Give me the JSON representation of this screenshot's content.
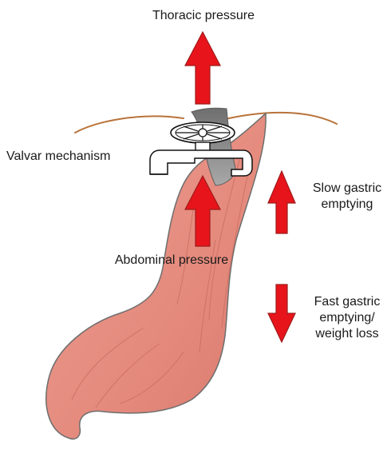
{
  "labels": {
    "thoracic_pressure": "Thoracic pressure",
    "valvar_mechanism": "Valvar mechanism",
    "abdominal_pressure": "Abdominal pressure",
    "slow_emptying_line1": "Slow gastric",
    "slow_emptying_line2": "emptying",
    "fast_emptying_line1": "Fast gastric",
    "fast_emptying_line2": "emptying/",
    "fast_emptying_line3": "weight loss"
  },
  "colors": {
    "arrow_red": "#e8141b",
    "arrow_outline": "#9e1b1b",
    "stomach_fill": "#e99487",
    "stomach_shade": "#c96d61",
    "stomach_outline": "#6e6e6e",
    "esophagus_gray": "#7d7d7d",
    "diaphragm_line": "#b8733a"
  },
  "icons": {
    "valve": "valve-tap-icon",
    "arrow_up": "arrow-up-icon",
    "arrow_down": "arrow-down-icon"
  }
}
